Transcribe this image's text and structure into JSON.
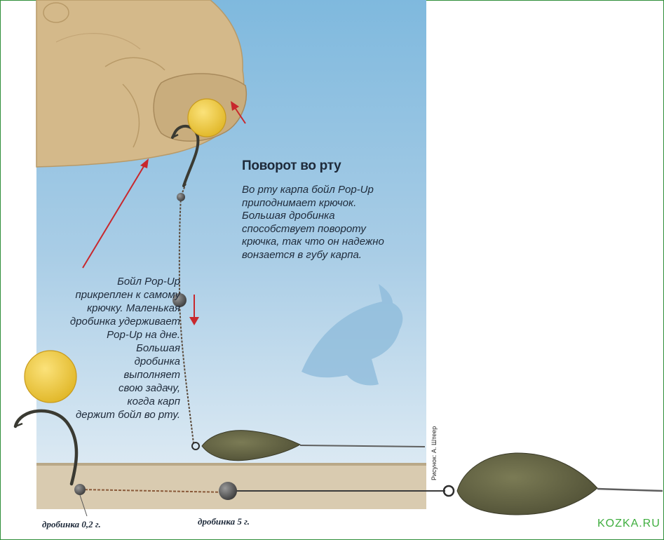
{
  "heading": "Поворот во рту",
  "description": "Во рту карпа бойл Pop-Up приподнимает крючок. Большая дробинка способствует повороту крючка, так что он надежно вонзается в губу карпа.",
  "left_note_lines": [
    "Бойл Pop-Up",
    "прикреплен к самому",
    "крючку. Маленькая",
    "дробинка удерживает",
    "Pop-Up на дне.",
    "Большая",
    "дробинка",
    "выполняет",
    "свою задачу,",
    "когда карп",
    "держит бойл во рту."
  ],
  "labels": {
    "small_shot": "дробинка 0,2 г.",
    "big_shot": "дробинка 5 г."
  },
  "credit": "Рисунок: А. Штеер",
  "site": "KOZKA.RU",
  "colors": {
    "water_top": "#7fb9de",
    "water_bottom": "#d9e8f3",
    "carp_body": "#d4b98a",
    "boilie": "#f0cf45",
    "lead": "#6a6a48",
    "arrow": "#c8282d",
    "site": "#3fae3f"
  }
}
